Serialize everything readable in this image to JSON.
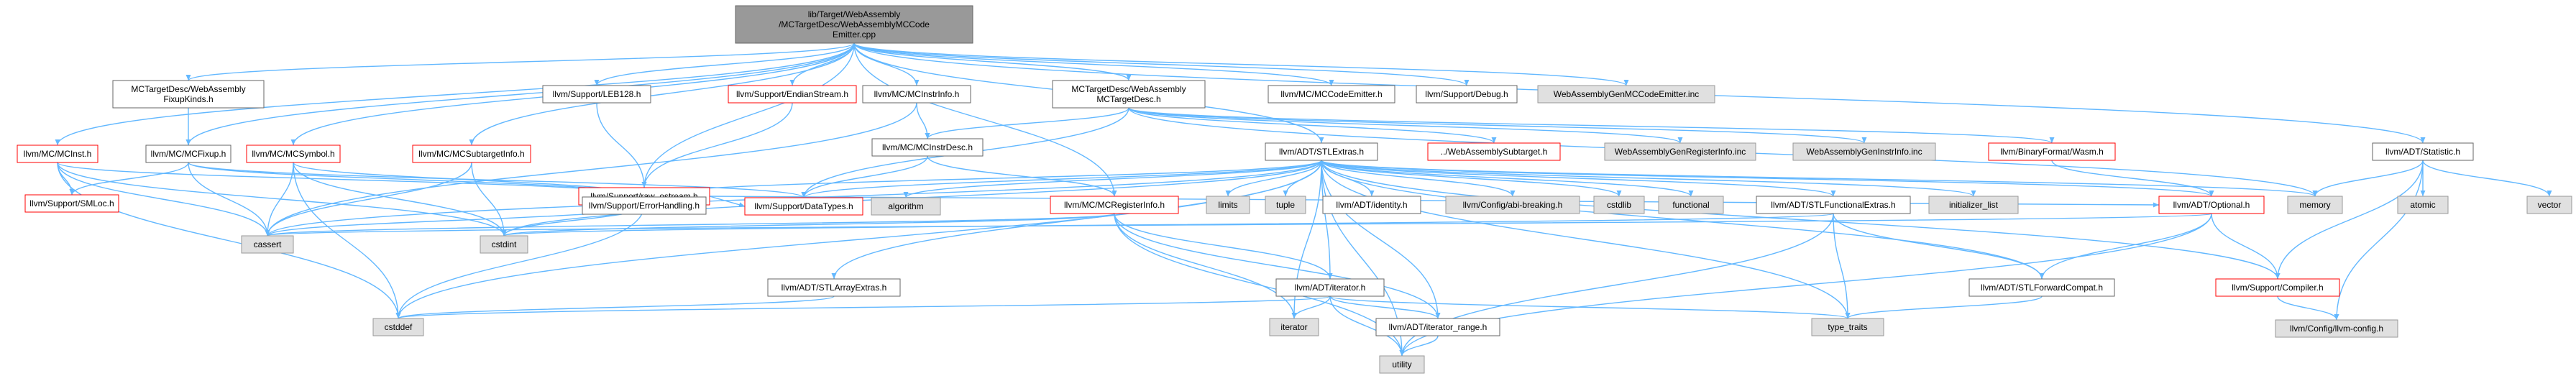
{
  "diagram": {
    "type": "include-dependency-graph",
    "colors": {
      "root_fill": "#999999",
      "file_fill": "#ffffff",
      "file_border": "#666666",
      "missing_border": "#ff0000",
      "system_fill": "#e0e0e0",
      "system_border": "#999999",
      "edge": "#63b8ff"
    },
    "nodes": [
      {
        "id": "root",
        "kind": "root",
        "lines": [
          "lib/Target/WebAssembly",
          "/MCTargetDesc/WebAssemblyMCCode",
          "Emitter.cpp"
        ]
      },
      {
        "id": "mcinst",
        "kind": "missing",
        "lines": [
          "llvm/MC/MCInst.h"
        ]
      },
      {
        "id": "fixupkinds",
        "kind": "file",
        "lines": [
          "MCTargetDesc/WebAssembly",
          "FixupKinds.h"
        ]
      },
      {
        "id": "mcfixup",
        "kind": "file",
        "lines": [
          "llvm/MC/MCFixup.h"
        ]
      },
      {
        "id": "mcsymbol",
        "kind": "missing",
        "lines": [
          "llvm/MC/MCSymbol.h"
        ]
      },
      {
        "id": "mcsubtarget",
        "kind": "missing",
        "lines": [
          "llvm/MC/MCSubtargetInfo.h"
        ]
      },
      {
        "id": "leb128",
        "kind": "file",
        "lines": [
          "llvm/Support/LEB128.h"
        ]
      },
      {
        "id": "endianstream",
        "kind": "missing",
        "lines": [
          "llvm/Support/EndianStream.h"
        ]
      },
      {
        "id": "mcinstrinfo",
        "kind": "file",
        "lines": [
          "llvm/MC/MCInstrInfo.h"
        ]
      },
      {
        "id": "wasmmctd",
        "kind": "file",
        "lines": [
          "MCTargetDesc/WebAssembly",
          "MCTargetDesc.h"
        ]
      },
      {
        "id": "mccodeemitter",
        "kind": "file",
        "lines": [
          "llvm/MC/MCCodeEmitter.h"
        ]
      },
      {
        "id": "debug",
        "kind": "file",
        "lines": [
          "llvm/Support/Debug.h"
        ]
      },
      {
        "id": "genmccode",
        "kind": "system",
        "lines": [
          "WebAssemblyGenMCCodeEmitter.inc"
        ]
      },
      {
        "id": "smloc",
        "kind": "missing",
        "lines": [
          "llvm/Support/SMLoc.h"
        ]
      },
      {
        "id": "rawostream",
        "kind": "missing",
        "lines": [
          "llvm/Support/raw_ostream.h"
        ]
      },
      {
        "id": "mcinstrdesc",
        "kind": "file",
        "lines": [
          "llvm/MC/MCInstrDesc.h"
        ]
      },
      {
        "id": "stlextras",
        "kind": "file",
        "lines": [
          "llvm/ADT/STLExtras.h"
        ]
      },
      {
        "id": "wasmsubtarget",
        "kind": "missing",
        "lines": [
          "../WebAssemblySubtarget.h"
        ]
      },
      {
        "id": "genregister",
        "kind": "system",
        "lines": [
          "WebAssemblyGenRegisterInfo.inc"
        ]
      },
      {
        "id": "geninstr",
        "kind": "system",
        "lines": [
          "WebAssemblyGenInstrInfo.inc"
        ]
      },
      {
        "id": "binwasm",
        "kind": "missing",
        "lines": [
          "llvm/BinaryFormat/Wasm.h"
        ]
      },
      {
        "id": "statistic",
        "kind": "file",
        "lines": [
          "llvm/ADT/Statistic.h"
        ]
      },
      {
        "id": "errorhandling",
        "kind": "file",
        "lines": [
          "llvm/Support/ErrorHandling.h"
        ]
      },
      {
        "id": "datatypes",
        "kind": "missing",
        "lines": [
          "llvm/Support/DataTypes.h"
        ]
      },
      {
        "id": "algorithm",
        "kind": "system",
        "lines": [
          "algorithm"
        ]
      },
      {
        "id": "mcregisterinfo",
        "kind": "missing",
        "lines": [
          "llvm/MC/MCRegisterInfo.h"
        ]
      },
      {
        "id": "limits",
        "kind": "system",
        "lines": [
          "limits"
        ]
      },
      {
        "id": "tuple",
        "kind": "system",
        "lines": [
          "tuple"
        ]
      },
      {
        "id": "identity",
        "kind": "file",
        "lines": [
          "llvm/ADT/identity.h"
        ]
      },
      {
        "id": "abibreaking",
        "kind": "system",
        "lines": [
          "llvm/Config/abi-breaking.h"
        ]
      },
      {
        "id": "cstdlib",
        "kind": "system",
        "lines": [
          "cstdlib"
        ]
      },
      {
        "id": "functional",
        "kind": "system",
        "lines": [
          "functional"
        ]
      },
      {
        "id": "stlfunctional",
        "kind": "file",
        "lines": [
          "llvm/ADT/STLFunctionalExtras.h"
        ]
      },
      {
        "id": "initlist",
        "kind": "system",
        "lines": [
          "initializer_list"
        ]
      },
      {
        "id": "optional",
        "kind": "missing",
        "lines": [
          "llvm/ADT/Optional.h"
        ]
      },
      {
        "id": "memory",
        "kind": "system",
        "lines": [
          "memory"
        ]
      },
      {
        "id": "atomic",
        "kind": "system",
        "lines": [
          "atomic"
        ]
      },
      {
        "id": "vector",
        "kind": "system",
        "lines": [
          "vector"
        ]
      },
      {
        "id": "cassert",
        "kind": "system",
        "lines": [
          "cassert"
        ]
      },
      {
        "id": "cstdint",
        "kind": "system",
        "lines": [
          "cstdint"
        ]
      },
      {
        "id": "stlarray",
        "kind": "file",
        "lines": [
          "llvm/ADT/STLArrayExtras.h"
        ]
      },
      {
        "id": "iteratorh",
        "kind": "file",
        "lines": [
          "llvm/ADT/iterator.h"
        ]
      },
      {
        "id": "stlforward",
        "kind": "file",
        "lines": [
          "llvm/ADT/STLForwardCompat.h"
        ]
      },
      {
        "id": "compiler",
        "kind": "missing",
        "lines": [
          "llvm/Support/Compiler.h"
        ]
      },
      {
        "id": "cstddef",
        "kind": "system",
        "lines": [
          "cstddef"
        ]
      },
      {
        "id": "iterator",
        "kind": "system",
        "lines": [
          "iterator"
        ]
      },
      {
        "id": "iterrange",
        "kind": "file",
        "lines": [
          "llvm/ADT/iterator_range.h"
        ]
      },
      {
        "id": "typetraits",
        "kind": "system",
        "lines": [
          "type_traits"
        ]
      },
      {
        "id": "llvmconfig",
        "kind": "system",
        "lines": [
          "llvm/Config/llvm-config.h"
        ]
      },
      {
        "id": "utility",
        "kind": "system",
        "lines": [
          "utility"
        ]
      }
    ],
    "edges": [
      [
        "root",
        "mcinst"
      ],
      [
        "root",
        "fixupkinds"
      ],
      [
        "root",
        "mcfixup"
      ],
      [
        "root",
        "mcsymbol"
      ],
      [
        "root",
        "mcsubtarget"
      ],
      [
        "root",
        "leb128"
      ],
      [
        "root",
        "endianstream"
      ],
      [
        "root",
        "mcinstrinfo"
      ],
      [
        "root",
        "wasmmctd"
      ],
      [
        "root",
        "mccodeemitter"
      ],
      [
        "root",
        "debug"
      ],
      [
        "root",
        "genmccode"
      ],
      [
        "root",
        "rawostream"
      ],
      [
        "root",
        "stlextras"
      ],
      [
        "root",
        "statistic"
      ],
      [
        "root",
        "mcregisterinfo"
      ],
      [
        "mcinst",
        "smloc"
      ],
      [
        "mcinst",
        "cassert"
      ],
      [
        "mcinst",
        "cstdint"
      ],
      [
        "mcinst",
        "cstddef"
      ],
      [
        "mcinst",
        "errorhandling"
      ],
      [
        "fixupkinds",
        "mcfixup"
      ],
      [
        "mcfixup",
        "smloc"
      ],
      [
        "mcfixup",
        "cassert"
      ],
      [
        "mcfixup",
        "errorhandling"
      ],
      [
        "mcfixup",
        "datatypes"
      ],
      [
        "mcsymbol",
        "cassert"
      ],
      [
        "mcsymbol",
        "cstdint"
      ],
      [
        "mcsymbol",
        "cstddef"
      ],
      [
        "mcsymbol",
        "errorhandling"
      ],
      [
        "mcsubtarget",
        "cassert"
      ],
      [
        "mcsubtarget",
        "cstdint"
      ],
      [
        "leb128",
        "rawostream"
      ],
      [
        "endianstream",
        "rawostream"
      ],
      [
        "mcinstrinfo",
        "cassert"
      ],
      [
        "mcinstrinfo",
        "mcinstrdesc"
      ],
      [
        "wasmmctd",
        "mcinstrdesc"
      ],
      [
        "wasmmctd",
        "datatypes"
      ],
      [
        "wasmmctd",
        "wasmsubtarget"
      ],
      [
        "wasmmctd",
        "genregister"
      ],
      [
        "wasmmctd",
        "geninstr"
      ],
      [
        "wasmmctd",
        "binwasm"
      ],
      [
        "wasmmctd",
        "memory"
      ],
      [
        "rawostream",
        "datatypes"
      ],
      [
        "rawostream",
        "cassert"
      ],
      [
        "rawostream",
        "cstdint"
      ],
      [
        "rawostream",
        "cstddef"
      ],
      [
        "rawostream",
        "optional"
      ],
      [
        "mcinstrdesc",
        "mcregisterinfo"
      ],
      [
        "mcinstrdesc",
        "datatypes"
      ],
      [
        "stlextras",
        "errorhandling"
      ],
      [
        "stlextras",
        "datatypes"
      ],
      [
        "stlextras",
        "algorithm"
      ],
      [
        "stlextras",
        "limits"
      ],
      [
        "stlextras",
        "tuple"
      ],
      [
        "stlextras",
        "identity"
      ],
      [
        "stlextras",
        "abibreaking"
      ],
      [
        "stlextras",
        "cstdlib"
      ],
      [
        "stlextras",
        "functional"
      ],
      [
        "stlextras",
        "stlfunctional"
      ],
      [
        "stlextras",
        "initlist"
      ],
      [
        "stlextras",
        "optional"
      ],
      [
        "stlextras",
        "memory"
      ],
      [
        "stlextras",
        "cassert"
      ],
      [
        "stlextras",
        "cstdint"
      ],
      [
        "stlextras",
        "cstddef"
      ],
      [
        "stlextras",
        "stlarray"
      ],
      [
        "stlextras",
        "iteratorh"
      ],
      [
        "stlextras",
        "stlforward"
      ],
      [
        "stlextras",
        "iterator"
      ],
      [
        "stlextras",
        "iterrange"
      ],
      [
        "stlextras",
        "typetraits"
      ],
      [
        "stlextras",
        "utility"
      ],
      [
        "stlextras",
        "compiler"
      ],
      [
        "binwasm",
        "optional"
      ],
      [
        "statistic",
        "memory"
      ],
      [
        "statistic",
        "atomic"
      ],
      [
        "statistic",
        "vector"
      ],
      [
        "statistic",
        "compiler"
      ],
      [
        "statistic",
        "llvmconfig"
      ],
      [
        "mcregisterinfo",
        "iteratorh"
      ],
      [
        "mcregisterinfo",
        "iterrange"
      ],
      [
        "mcregisterinfo",
        "cassert"
      ],
      [
        "mcregisterinfo",
        "cstdint"
      ],
      [
        "mcregisterinfo",
        "iterator"
      ],
      [
        "mcregisterinfo",
        "utility"
      ],
      [
        "stlfunctional",
        "stlforward"
      ],
      [
        "stlfunctional",
        "typetraits"
      ],
      [
        "stlfunctional",
        "utility"
      ],
      [
        "stlfunctional",
        "cstdint"
      ],
      [
        "optional",
        "compiler"
      ],
      [
        "optional",
        "stlforward"
      ],
      [
        "optional",
        "cassert"
      ],
      [
        "optional",
        "utility"
      ],
      [
        "stlarray",
        "cstddef"
      ],
      [
        "iteratorh",
        "iterrange"
      ],
      [
        "iteratorh",
        "cstddef"
      ],
      [
        "iteratorh",
        "iterator"
      ],
      [
        "iteratorh",
        "typetraits"
      ],
      [
        "iteratorh",
        "utility"
      ],
      [
        "stlforward",
        "typetraits"
      ],
      [
        "compiler",
        "llvmconfig"
      ],
      [
        "iterrange",
        "utility"
      ]
    ]
  }
}
